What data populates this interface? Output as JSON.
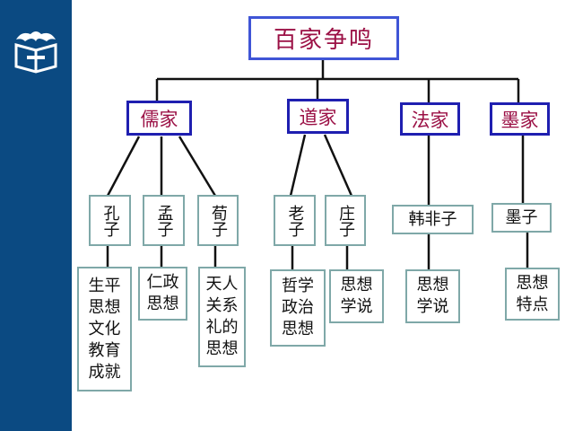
{
  "title": "百家争鸣",
  "schools": [
    {
      "name": "儒家",
      "thinkers": [
        {
          "name": "孔子",
          "detail": "生平\n思想\n文化\n教育\n成就"
        },
        {
          "name": "孟子",
          "detail": "仁政\n思想"
        },
        {
          "name": "荀子",
          "detail": "天人\n关系\n礼的\n思想"
        }
      ]
    },
    {
      "name": "道家",
      "thinkers": [
        {
          "name": "老子",
          "detail": "哲学\n政治\n思想"
        },
        {
          "name": "庄子",
          "detail": "思想\n学说"
        }
      ]
    },
    {
      "name": "法家",
      "thinkers": [
        {
          "name": "韩非子",
          "detail": "思想\n学说"
        }
      ]
    },
    {
      "name": "墨家",
      "thinkers": [
        {
          "name": "墨子",
          "detail": "思想\n特点"
        }
      ]
    }
  ],
  "colors": {
    "sidebar": "#0b4a82",
    "title_text": "#9b1045",
    "border_blue": "#1f1fb0",
    "node_border": "#7fa8a8"
  }
}
